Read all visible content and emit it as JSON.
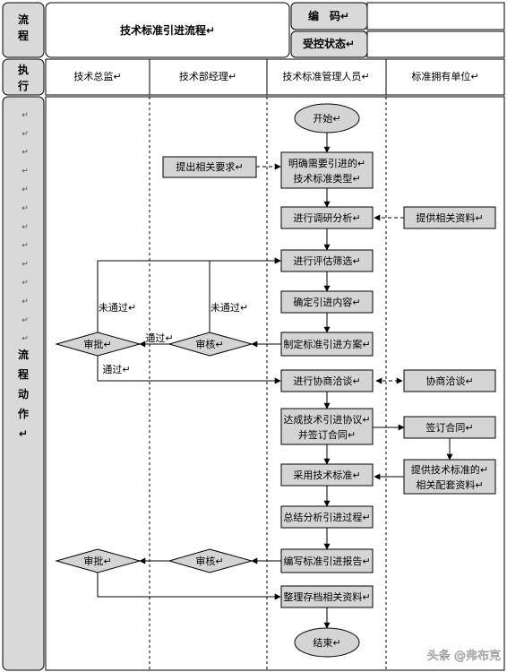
{
  "header": {
    "flow_label": "流程",
    "title": "技术标准引进流程↵",
    "code_label": "编　码↵",
    "code_value": "",
    "status_label": "受控状态↵",
    "status_value": "",
    "exec_label": "执行",
    "action_label": "流程动作↵",
    "left_marks": [
      "↵",
      "↵",
      "↵",
      "↵",
      "↵",
      "↵",
      "↵",
      "↵",
      "↵",
      "↵",
      "↵",
      "↵",
      "↵"
    ]
  },
  "lanes": [
    "技术总监↵",
    "技术部经理↵",
    "技术标准管理人员↵",
    "标准拥有单位↵"
  ],
  "nodes": {
    "start": "开始↵",
    "req": "提出相关要求↵",
    "clarify_1": "明确需要引进的↵",
    "clarify_2": "技术标准类型↵",
    "research": "进行调研分析↵",
    "info": "提供相关资料↵",
    "eval": "进行评估筛选↵",
    "confirm": "确定引进内容↵",
    "plan": "制定标准引进方案↵",
    "review1": "审核↵",
    "approve1": "审批↵",
    "negotiate": "进行协商洽谈↵",
    "negotiate2": "协商洽谈↵",
    "agree_1": "达成技术引进协议↵",
    "agree_2": "并签订合同↵",
    "sign": "签订合同↵",
    "adopt": "采用技术标准↵",
    "provide_1": "提供技术标准的↵",
    "provide_2": "相关配套资料↵",
    "summary": "总结分析引进过程↵",
    "report": "编写标准引进报告↵",
    "review2": "审核↵",
    "approve2": "审批↵",
    "archive": "整理存档相关资料↵",
    "end": "结束↵"
  },
  "labels": {
    "fail1": "未通过↵",
    "fail2": "未通过↵",
    "pass1": "通过↵",
    "pass2": "通过↵"
  },
  "watermark": "头条 @弗布克"
}
